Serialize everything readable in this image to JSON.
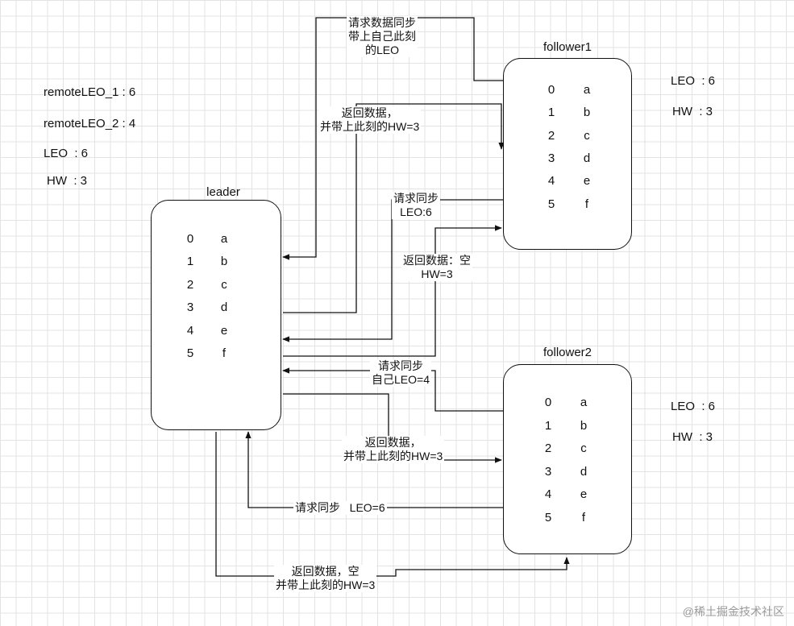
{
  "leader": {
    "title": "leader",
    "rows": [
      {
        "index": "0",
        "value": "a"
      },
      {
        "index": "1",
        "value": "b"
      },
      {
        "index": "2",
        "value": "c"
      },
      {
        "index": "3",
        "value": "d"
      },
      {
        "index": "4",
        "value": "e"
      },
      {
        "index": "5",
        "value": "f"
      }
    ],
    "remote_leo_1": "remoteLEO_1 : 6",
    "remote_leo_2": "remoteLEO_2 : 4",
    "leo": "LEO  : 6",
    "hw": "HW  : 3"
  },
  "follower1": {
    "title": "follower1",
    "rows": [
      {
        "index": "0",
        "value": "a"
      },
      {
        "index": "1",
        "value": "b"
      },
      {
        "index": "2",
        "value": "c"
      },
      {
        "index": "3",
        "value": "d"
      },
      {
        "index": "4",
        "value": "e"
      },
      {
        "index": "5",
        "value": "f"
      }
    ],
    "leo": "LEO  : 6",
    "hw": "HW  : 3"
  },
  "follower2": {
    "title": "follower2",
    "rows": [
      {
        "index": "0",
        "value": "a"
      },
      {
        "index": "1",
        "value": "b"
      },
      {
        "index": "2",
        "value": "c"
      },
      {
        "index": "3",
        "value": "d"
      },
      {
        "index": "4",
        "value": "e"
      },
      {
        "index": "5",
        "value": "f"
      }
    ],
    "leo": "LEO  : 6",
    "hw": "HW  : 3"
  },
  "messages": {
    "f1_req_1": "请求数据同步\n带上自己此刻\n的LEO",
    "f1_resp_1": "返回数据，\n并带上此刻的HW=3",
    "f1_req_2": "请求同步\nLEO:6",
    "f1_resp_2": "返回数据：空\nHW=3",
    "f2_req_1": "请求同步\n自己LEO=4",
    "f2_resp_1": "返回数据，\n并带上此刻的HW=3",
    "f2_req_2": "请求同步   LEO=6",
    "f2_resp_2": "返回数据，空\n并带上此刻的HW=3"
  },
  "watermark": "@稀土掘金技术社区"
}
